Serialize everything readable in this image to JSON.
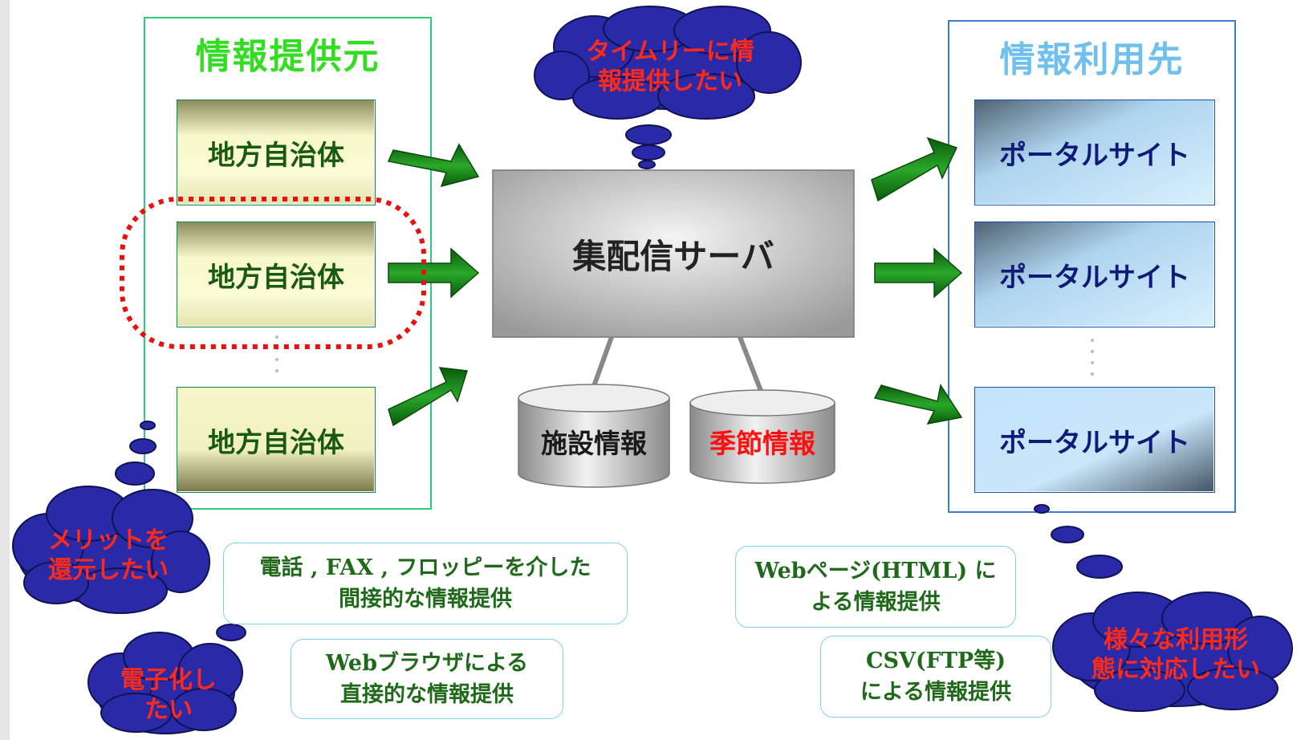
{
  "source": {
    "title": "情報提供元",
    "municipalities": [
      "地方自治体",
      "地方自治体",
      "地方自治体"
    ]
  },
  "server": {
    "label": "集配信サーバ",
    "db_facility": "施設情報",
    "db_season": "季節情報"
  },
  "destination": {
    "title": "情報利用先",
    "portals": [
      "ポータルサイト",
      "ポータルサイト",
      "ポータルサイト"
    ]
  },
  "clouds": {
    "timely": "タイムリーに情\n報提供したい",
    "merit": "メリットを\n還元したい",
    "digitize": "電子化し\nたい",
    "various": "様々な利用形\n態に対応したい"
  },
  "info_boxes": {
    "phone_fax": "電話 , FAX , フロッピーを介した\n間接的な情報提供",
    "browser": "Webブラウザによる\n直接的な情報提供",
    "webpage": "Webページ(HTML) に\nよる情報提供",
    "csv": "CSV(FTP等)\nによる情報提供"
  },
  "colors": {
    "source_title": "#33dd22",
    "dest_title": "#6fc0ee",
    "cloud_fill": "#2a2aa8",
    "cloud_text": "#ff2a1a",
    "arrow": "#1a8c1a",
    "dotted_outline": "#e81010",
    "season_text": "#ff1010"
  }
}
